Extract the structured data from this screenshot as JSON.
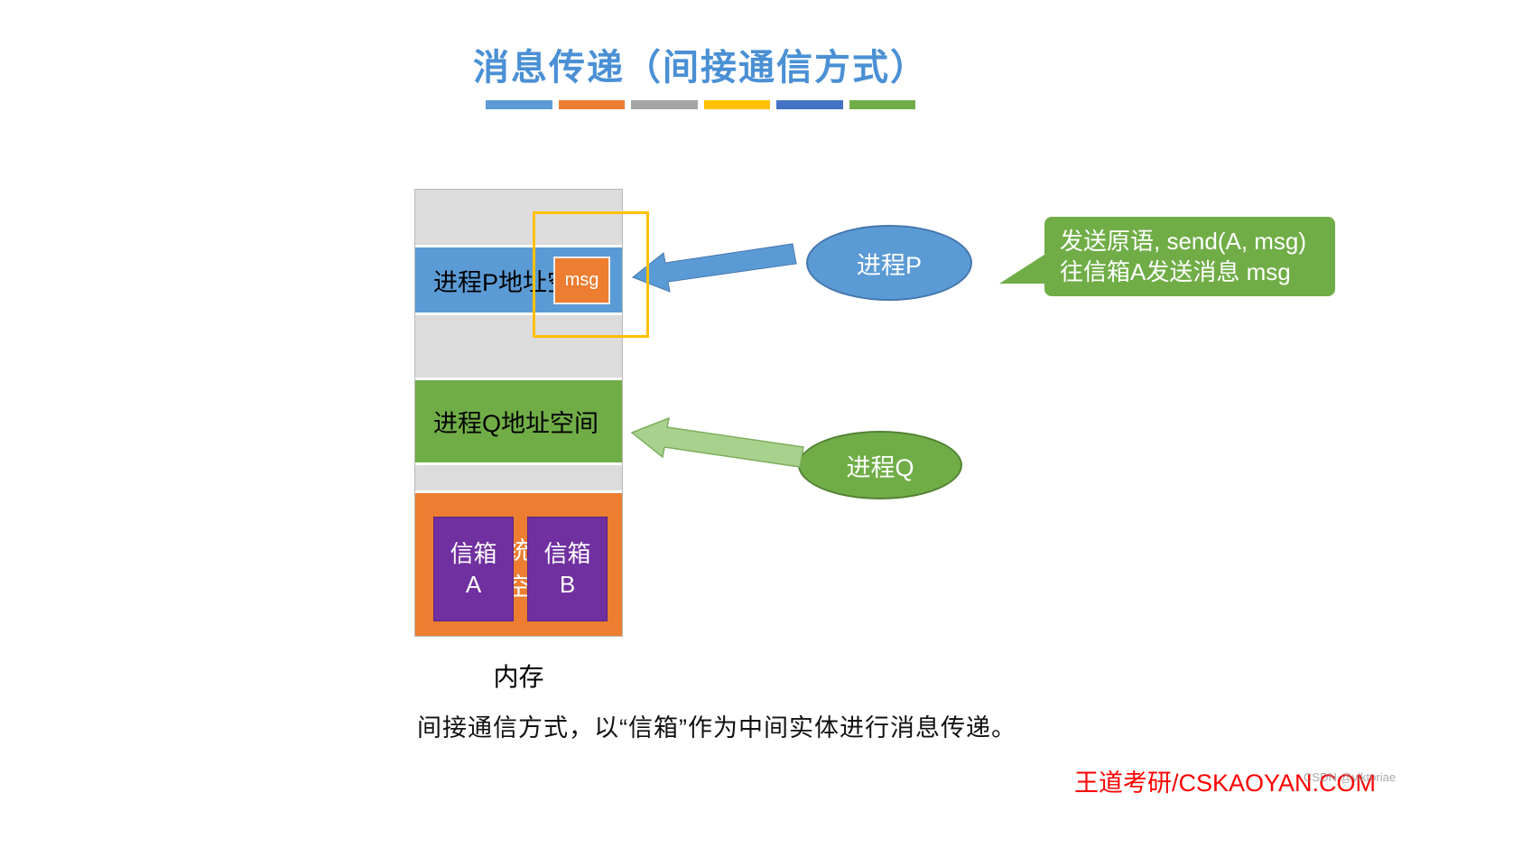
{
  "title": "消息传递（间接通信方式）",
  "divider": {
    "colors": [
      "#5B9BD5",
      "#ED7D31",
      "#A5A5A5",
      "#FFC000",
      "#4472C4",
      "#70AD47"
    ]
  },
  "memory": {
    "label": "内存",
    "process_p_block": "进程P地址空间",
    "msg_label": "msg",
    "process_q_block": "进程Q地址空间",
    "system_block": "系统地址空间",
    "mailboxes": [
      {
        "line1": "信箱",
        "line2": "A"
      },
      {
        "line1": "信箱",
        "line2": "B"
      }
    ]
  },
  "process_p": {
    "label": "进程P"
  },
  "process_q": {
    "label": "进程Q"
  },
  "callout": {
    "line1": "发送原语, send(A, msg)",
    "line2": "往信箱A发送消息 msg"
  },
  "caption": "间接通信方式，以“信箱”作为中间实体进行消息传递。",
  "footer": {
    "brand": "王道考研/CSKAOYAN.COM",
    "watermark": "CSDN @viktoriae"
  },
  "colors": {
    "accent_blue": "#5B9BD5",
    "accent_orange": "#ED7D31",
    "accent_gray": "#A5A5A5",
    "accent_yellow": "#FFC000",
    "accent_dark_blue": "#4472C4",
    "accent_green": "#70AD47",
    "arrow_light_green": "#A9D18E",
    "mailbox_purple": "#7030A0",
    "brand_red": "#FE0000"
  }
}
